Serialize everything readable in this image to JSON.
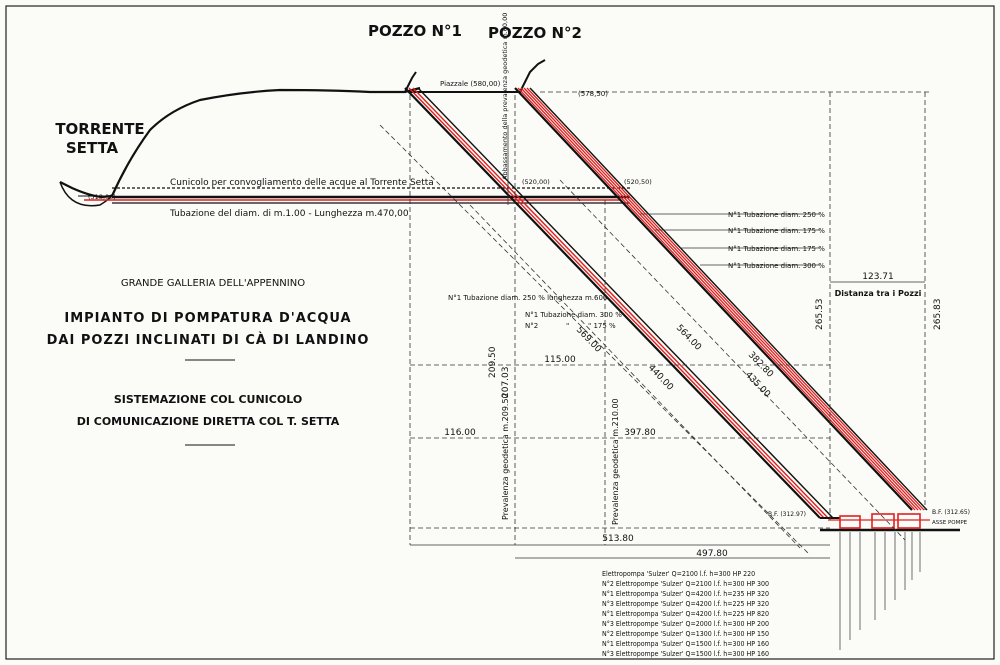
{
  "shafts": {
    "pozzo1": "POZZO N°1",
    "pozzo2": "POZZO N°2"
  },
  "torrente": {
    "line1": "TORRENTE",
    "line2": "SETTA"
  },
  "surface": {
    "piazzale": "Piazzale (580,00)",
    "level_57850": "(578,50)",
    "level_51800": "(518,00)",
    "level_52000": "(520,00)",
    "level_52050": "(520,50)",
    "cunicolo": "Cunicolo per convogliamento delle acque al Torrente Setta",
    "tubazione_main": "Tubazione del diam. di m.1.00 - Lunghezza m.470,00",
    "abbassamento": "Abbassamento della prevalenza geodetica m.60,00"
  },
  "title_block": {
    "galleria": "GRANDE GALLERIA DELL'APPENNINO",
    "title1": "IMPIANTO DI POMPATURA D'ACQUA",
    "title2": "DAI POZZI INCLINATI DI CÀ DI LANDINO",
    "subtitle1": "SISTEMAZIONE COL CUNICOLO",
    "subtitle2": "DI COMUNICAZIONE DIRETTA COL T. SETTA"
  },
  "pipes_pozzo2": [
    "N°1 Tubazione diam. 250 %",
    "N°1 Tubazione diam. 175 %",
    "N°1 Tubazione diam. 175 %",
    "N°1 Tubazione diam. 300 %"
  ],
  "pipes_pozzo1": {
    "line1": "N°1 Tubazione diam. 250 % lunghezza m.600",
    "line2": "N°1 Tubazione diam. 300 %",
    "line3a": "N°2",
    "line3b": "\"",
    "line3c": "\" 175 %"
  },
  "dimensions": {
    "d12371": "123.71",
    "distanza": "Distanza tra i Pozzi",
    "d26553": "265.53",
    "d26583": "265.83",
    "d20950": "209.50",
    "d20703": "207.03",
    "d11500": "115.00",
    "d56900": "569.00",
    "d56400": "564.00",
    "d38280": "382.80",
    "d43500": "435.00",
    "d44000": "440.00",
    "d11600": "116.00",
    "d39780": "397.80",
    "d51380": "513.80",
    "d49780": "497.80",
    "geod1": "Prevalenza   geodetica  m.209.50",
    "geod2": "Prevalenza   geodetica  m.210.00",
    "bf1": "B.F. (312.97)",
    "bf2": "B.F. (312.65)",
    "asse_pompe": "ASSE POMPE"
  },
  "pumps": [
    "Elettropompa 'Sulzer' Q=2100 l.f. h=300  HP 220",
    "N°2 Elettropompe 'Sulzer' Q=2100 l.f. h=300  HP 300",
    "N°1 Elettropompa 'Sulzer' Q=4200 l.f. h=235  HP 320",
    "N°3 Elettropompe 'Sulzer' Q=4200 l.f. h=225  HP 320",
    "N°1 Elettropompa 'Sulzer' Q=4200 l.f. h=225  HP 820",
    "N°3 Elettropompe 'Sulzer' Q=2000 l.f. h=300  HP 200",
    "N°2 Elettropompe 'Sulzer' Q=1300 l.f. h=300  HP 150",
    "N°1 Elettropompa 'Sulzer' Q=1500 l.f. h=300  HP 160",
    "N°3 Elettropompe 'Sulzer' Q=1500 l.f. h=300  HP 160"
  ],
  "colors": {
    "ink": "#111111",
    "pipe_red": "#e02020",
    "paper": "#fbfbf8"
  }
}
